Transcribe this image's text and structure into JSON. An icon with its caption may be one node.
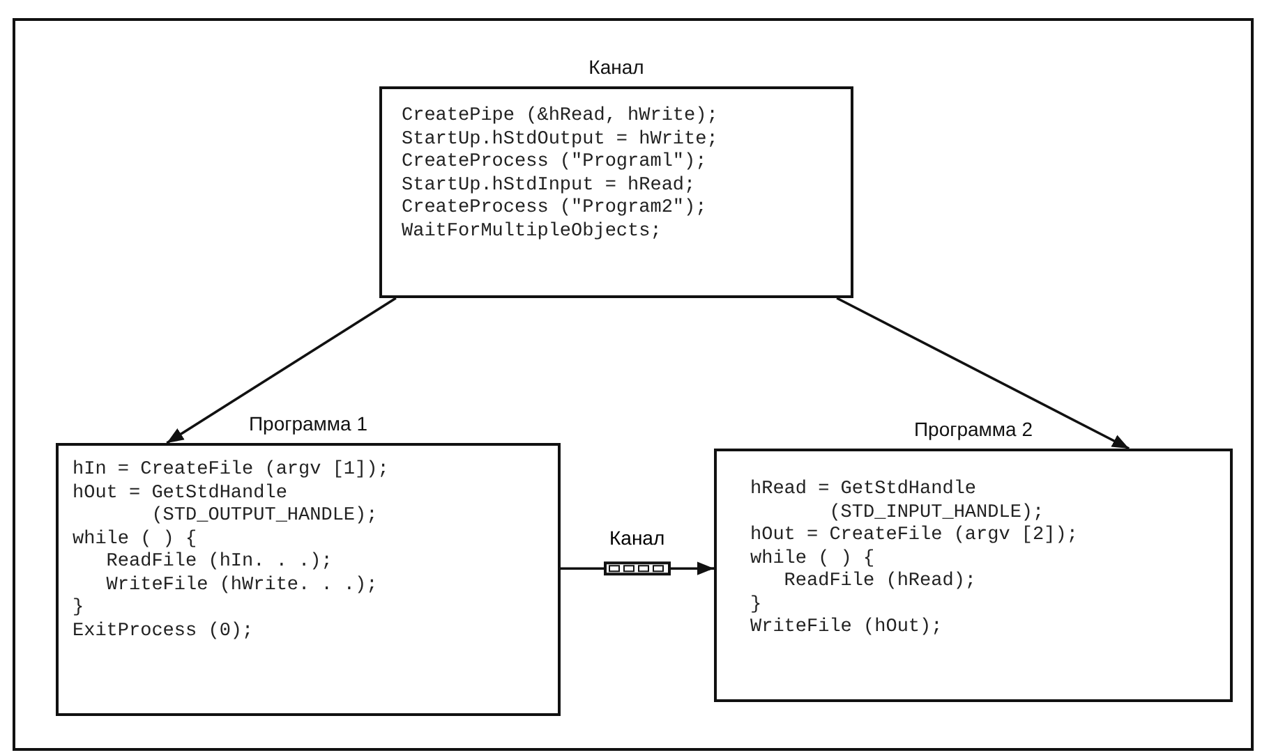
{
  "diagram": {
    "nodes": [
      {
        "text": [
          "Канал",
          "CreatePipe (&hRead, hWrite);",
          "StartUp.hStdOutput = hWrite;",
          "CreateProcess (\"Programl\");",
          "StartUp.hStdInput = hRead;",
          "CreateProcess (\"Program2\");",
          "WaitForMultipleObjects;"
        ]
      },
      {
        "text": [
          "Программа 1",
          "hIn = CreateFile (argv [1]);",
          "hOut = GetStdHandle",
          "       (STD_OUTPUT_HANDLE);",
          "while ( ) {",
          "   ReadFile (hIn. . .);",
          "   WriteFile (hWrite. . .);",
          "}",
          "ExitProcess (0);"
        ]
      },
      {
        "text": [
          "Программа 2",
          "hRead = GetStdHandle",
          "       (STD_INPUT_HANDLE);",
          "hOut = CreateFile (argv [2]);",
          "while ( ) {",
          "   ReadFile (hRead);",
          "}",
          "WriteFile (hOut);"
        ]
      }
    ],
    "edges": [
      {
        "from": 0,
        "to": 1,
        "arrow": "to"
      },
      {
        "from": 0,
        "to": 2,
        "arrow": "to"
      },
      {
        "from": 1,
        "to": 2,
        "arrow": "to",
        "label": "Канал"
      }
    ]
  }
}
